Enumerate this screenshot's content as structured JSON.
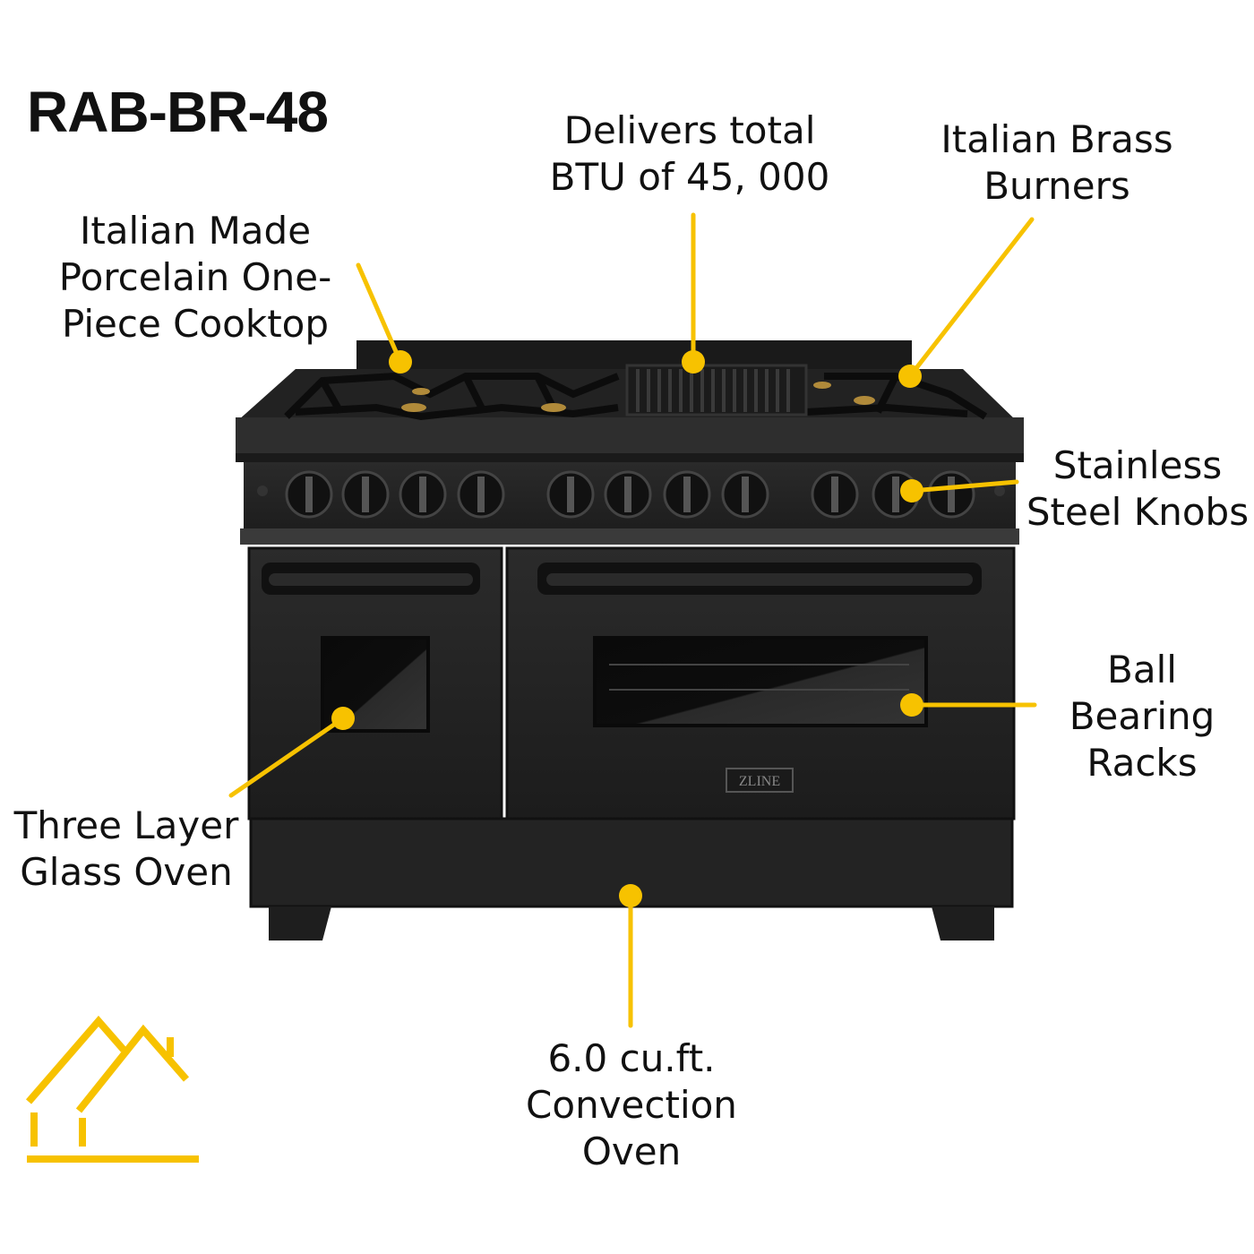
{
  "model": "RAB-BR-48",
  "accent_color": "#F7C200",
  "features": {
    "cooktop": "Italian Made\nPorcelain One-\nPiece Cooktop",
    "btu": "Delivers total\nBTU of 45, 000",
    "burners": "Italian Brass\nBurners",
    "knobs": "Stainless\nSteel Knobs",
    "racks": "Ball\nBearing\nRacks",
    "glass": "Three Layer\nGlass Oven",
    "convection": "6.0 cu.ft.\nConvection\nOven"
  },
  "product": {
    "brand_badge": "ZLINE",
    "image": "black-stainless-48in-dual-fuel-range"
  },
  "logo": {
    "icon": "house-roof-icon"
  }
}
